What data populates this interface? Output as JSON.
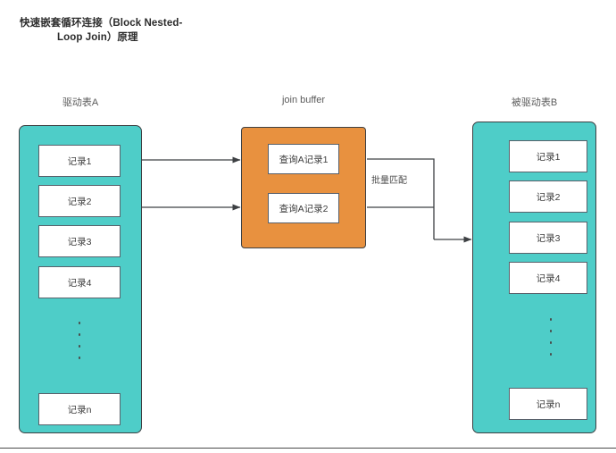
{
  "title": {
    "line1": "快速嵌套循环连接（Block Nested-",
    "line2": "Loop Join）原理"
  },
  "colors": {
    "table_fill": "#4ECDC8",
    "buffer_fill": "#E8913F",
    "record_fill": "#FFFFFF",
    "stroke": "#3D4043",
    "text": "#404040"
  },
  "driving_table": {
    "caption": "驱动表A",
    "records": [
      "记录1",
      "记录2",
      "记录3",
      "记录4"
    ],
    "ellipsis_dots": 4,
    "last_record": "记录n"
  },
  "join_buffer": {
    "caption": "join buffer",
    "records": [
      "查询A记录1",
      "查询A记录2"
    ]
  },
  "driven_table": {
    "caption": "被驱动表B",
    "records": [
      "记录1",
      "记录2",
      "记录3",
      "记录4"
    ],
    "ellipsis_dots": 4,
    "last_record": "记录n"
  },
  "connectors": {
    "batch_match_label": "批量匹配"
  }
}
